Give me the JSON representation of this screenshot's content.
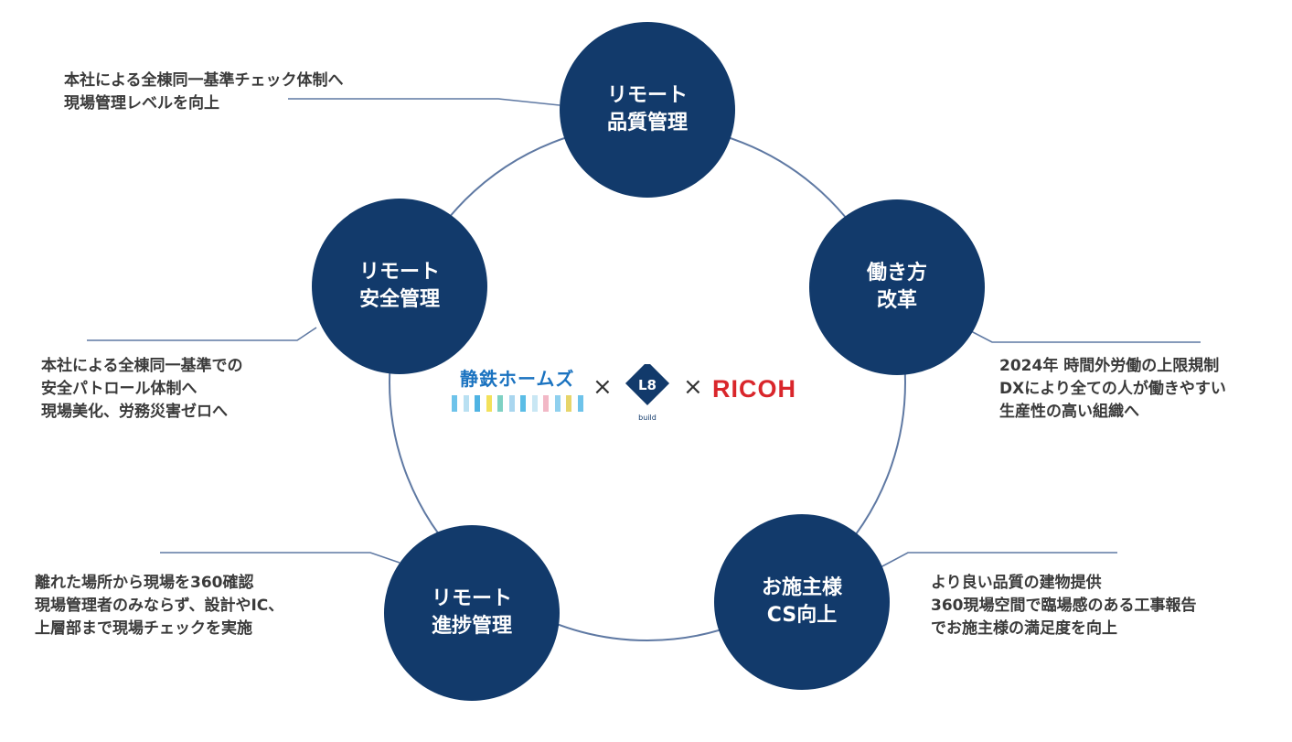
{
  "colors": {
    "node_fill": "#123a6b",
    "line": "#5f79a3",
    "text": "#3a3a3a",
    "brand_blue": "#1b73c0",
    "ricoh_red": "#d9262b"
  },
  "nodes": [
    {
      "id": "quality",
      "lines": [
        "リモート",
        "品質管理"
      ]
    },
    {
      "id": "workstyle",
      "lines": [
        "働き方",
        "改革"
      ]
    },
    {
      "id": "cs",
      "lines": [
        "お施主様",
        "CS向上"
      ]
    },
    {
      "id": "progress",
      "lines": [
        "リモート",
        "進捗管理"
      ]
    },
    {
      "id": "safety",
      "lines": [
        "リモート",
        "安全管理"
      ]
    }
  ],
  "descriptions": {
    "quality": [
      "本社による全棟同一基準チェック体制へ",
      "現場管理レベルを向上"
    ],
    "safety": [
      "本社による全棟同一基準での",
      "安全パトロール体制へ",
      "現場美化、労務災害ゼロへ"
    ],
    "workstyle": [
      "2024年 時間外労働の上限規制",
      "DXにより全ての人が働きやすい",
      "生産性の高い組織へ"
    ],
    "progress": [
      "離れた場所から現場を360確認",
      "現場管理者のみならず、設計やIC、",
      "上層部まで現場チェックを実施"
    ],
    "cs": [
      "より良い品質の建物提供",
      "360現場空間で臨場感のある工事報告",
      "でお施主様の満足度を向上"
    ]
  },
  "center": {
    "brand1": "静鉄ホームズ",
    "separator": "×",
    "logo_mark": "L8",
    "logo_sub": "build",
    "brand3": "RICOH",
    "bar_colors": [
      "#6ec3ea",
      "#b9e0f2",
      "#4fb3e3",
      "#f3e15a",
      "#7fd1c3",
      "#a9d6ef",
      "#5bbde6",
      "#c9e7f4",
      "#f2b8c6",
      "#8fd0ee",
      "#e7d56a",
      "#6ec3ea"
    ]
  }
}
